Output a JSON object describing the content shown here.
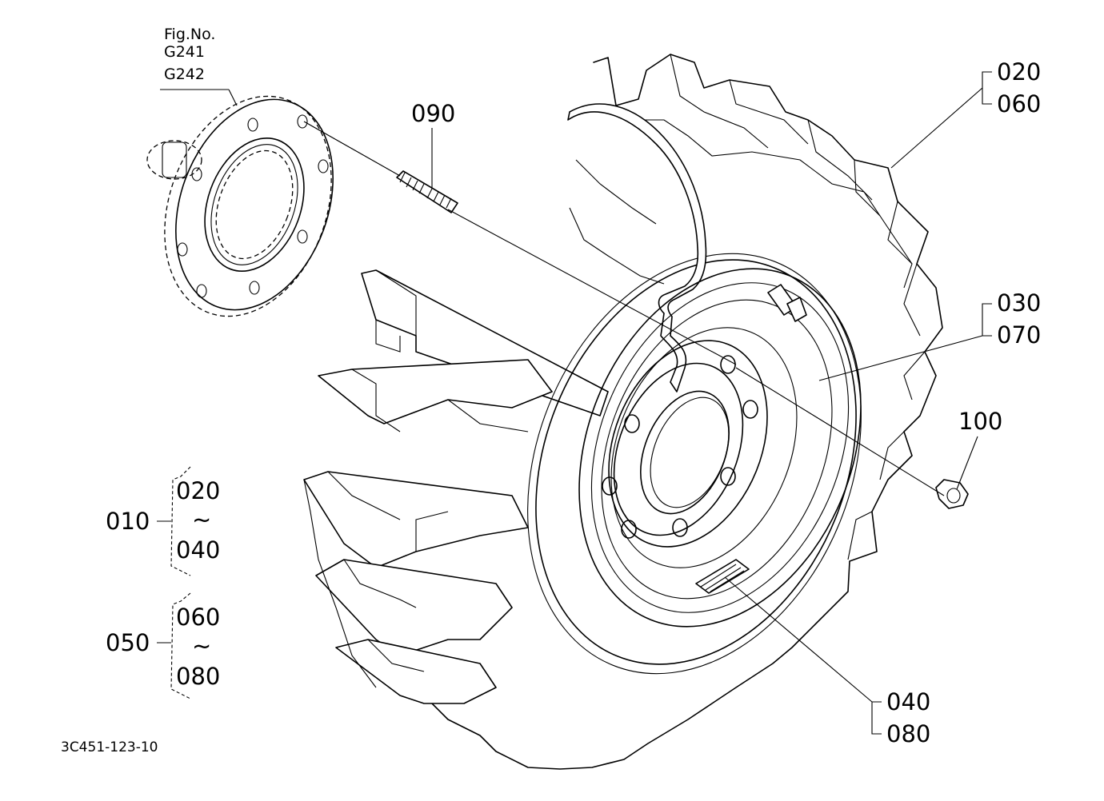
{
  "figure": {
    "ref_title": "Fig.No.",
    "ref_1": "G241",
    "ref_2": "G242",
    "drawing_code": "3C451-123-10"
  },
  "callouts": {
    "p090": "090",
    "p020": "020",
    "p060": "060",
    "p030": "030",
    "p070": "070",
    "p100": "100",
    "p040": "040",
    "p080": "080"
  },
  "legend": {
    "set1": {
      "parent": "010",
      "from": "020",
      "tilde": "~",
      "to": "040"
    },
    "set2": {
      "parent": "050",
      "from": "060",
      "tilde": "~",
      "to": "080"
    }
  }
}
